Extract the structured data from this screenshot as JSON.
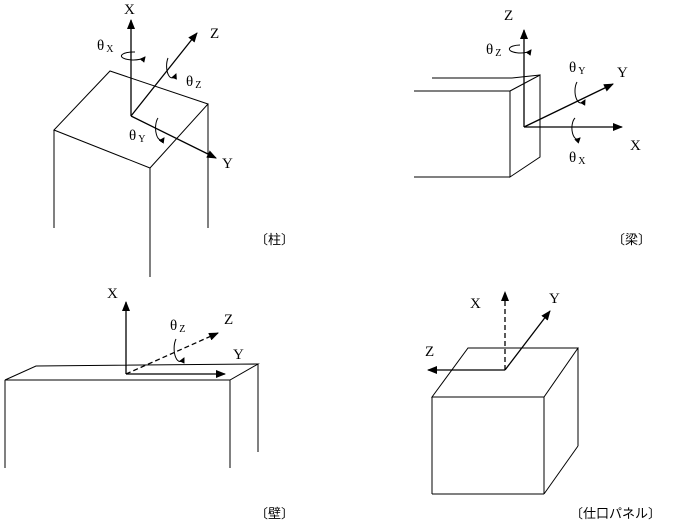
{
  "captions": {
    "column": "〔柱〕",
    "beam": "〔梁〕",
    "wall": "〔壁〕",
    "panel": "〔仕口パネル〕"
  },
  "column": {
    "x": "X",
    "y": "Y",
    "z": "Z",
    "theta_x": "θ",
    "theta_x_sub": "X",
    "theta_y": "θ",
    "theta_y_sub": "Y",
    "theta_z": "θ",
    "theta_z_sub": "Z"
  },
  "beam": {
    "x": "X",
    "y": "Y",
    "z": "Z",
    "theta_x": "θ",
    "theta_x_sub": "X",
    "theta_y": "θ",
    "theta_y_sub": "Y",
    "theta_z": "θ",
    "theta_z_sub": "Z"
  },
  "wall": {
    "x": "X",
    "y": "Y",
    "z": "Z",
    "theta_z": "θ",
    "theta_z_sub": "Z"
  },
  "panel": {
    "x": "X",
    "y": "Y",
    "z": "Z"
  }
}
